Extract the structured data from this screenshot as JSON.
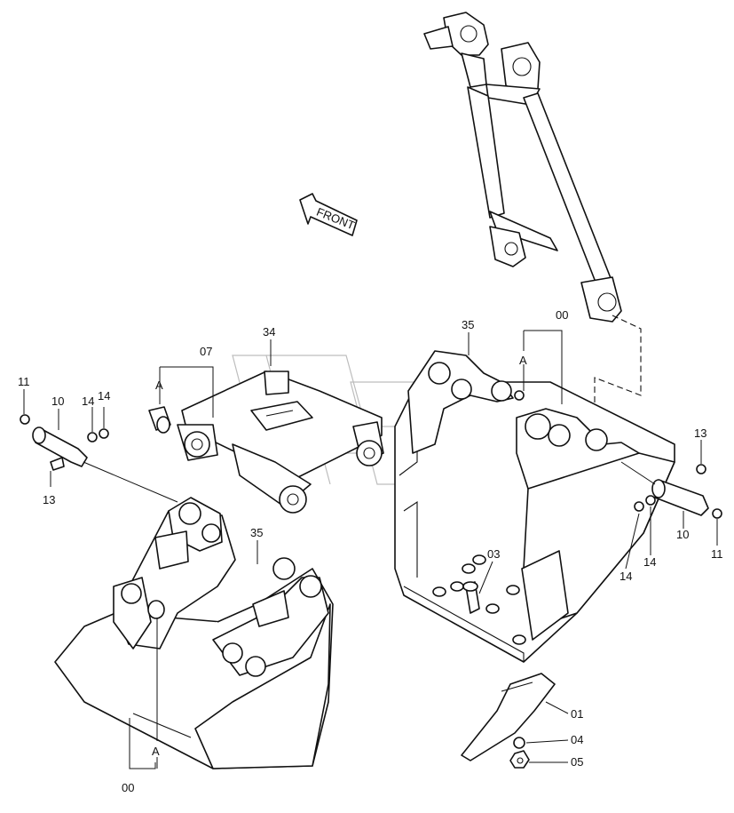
{
  "direction_label": "FRONT",
  "callouts": {
    "c34": "34",
    "c07": "07",
    "c35_top": "35",
    "c00_top": "00",
    "c35_left": "35",
    "c00_bottom": "00",
    "cA_07": "A",
    "cA_00": "A",
    "cA_bottom": "A",
    "c11_left": "11",
    "c10_left": "10",
    "c14_left_a": "14",
    "c14_left_b": "14",
    "c13_left": "13",
    "c13_right": "13",
    "c10_right": "10",
    "c11_right": "11",
    "c14_right_a": "14",
    "c14_right_b": "14",
    "c03": "03",
    "c01": "01",
    "c04": "04",
    "c05": "05"
  }
}
